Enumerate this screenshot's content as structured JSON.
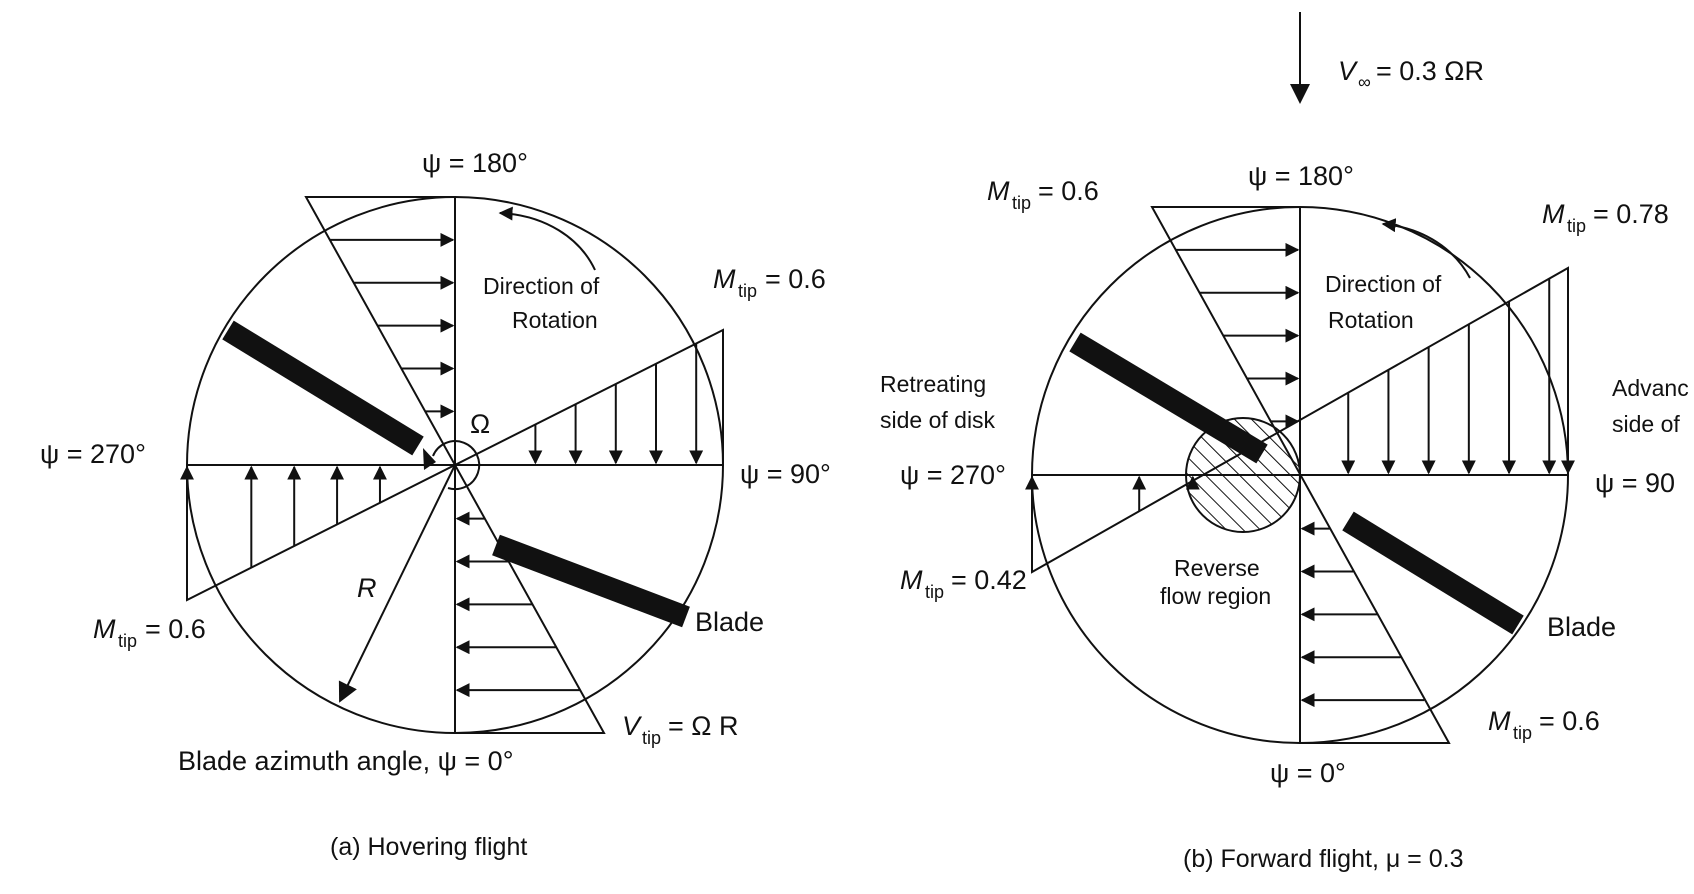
{
  "colors": {
    "ink": "#111111",
    "paper": "#ffffff"
  },
  "freestream": {
    "symbol": "V",
    "subscript": "∞",
    "value": "= 0.3 ΩR"
  },
  "panel_a": {
    "caption": "(a) Hovering flight",
    "psi_180": "ψ = 180°",
    "psi_90": "ψ = 90°",
    "psi_270": "ψ = 270°",
    "psi_0": "Blade azimuth angle, ψ = 0°",
    "direction_line1": "Direction of",
    "direction_line2": "Rotation",
    "omega": "Ω",
    "radius": "R",
    "blade": "Blade",
    "mtip_right": {
      "m": "M",
      "sub": "tip",
      "val": " = 0.6"
    },
    "mtip_left": {
      "m": "M",
      "sub": "tip",
      "val": " = 0.6"
    },
    "vtip": {
      "m": "V",
      "sub": "tip",
      "val": " = Ω R"
    }
  },
  "panel_b": {
    "caption": "(b) Forward flight, μ = 0.3",
    "psi_180": "ψ = 180°",
    "psi_90": "ψ = 90",
    "psi_270": "ψ = 270°",
    "psi_0": "ψ = 0°",
    "direction_line1": "Direction of",
    "direction_line2": "Rotation",
    "retreating_line1": "Retreating",
    "retreating_line2": "side of disk",
    "advancing_line1": "Advanc",
    "advancing_line2": "side of",
    "reverse_line1": "Reverse",
    "reverse_line2": "flow region",
    "blade": "Blade",
    "mtip_top_left": {
      "m": "M",
      "sub": "tip",
      "val": " = 0.6"
    },
    "mtip_top_right": {
      "m": "M",
      "sub": "tip",
      "val": " = 0.78"
    },
    "mtip_left": {
      "m": "M",
      "sub": "tip",
      "val": " = 0.42"
    },
    "mtip_bottom_right": {
      "m": "M",
      "sub": "tip",
      "val": " = 0.6"
    }
  }
}
